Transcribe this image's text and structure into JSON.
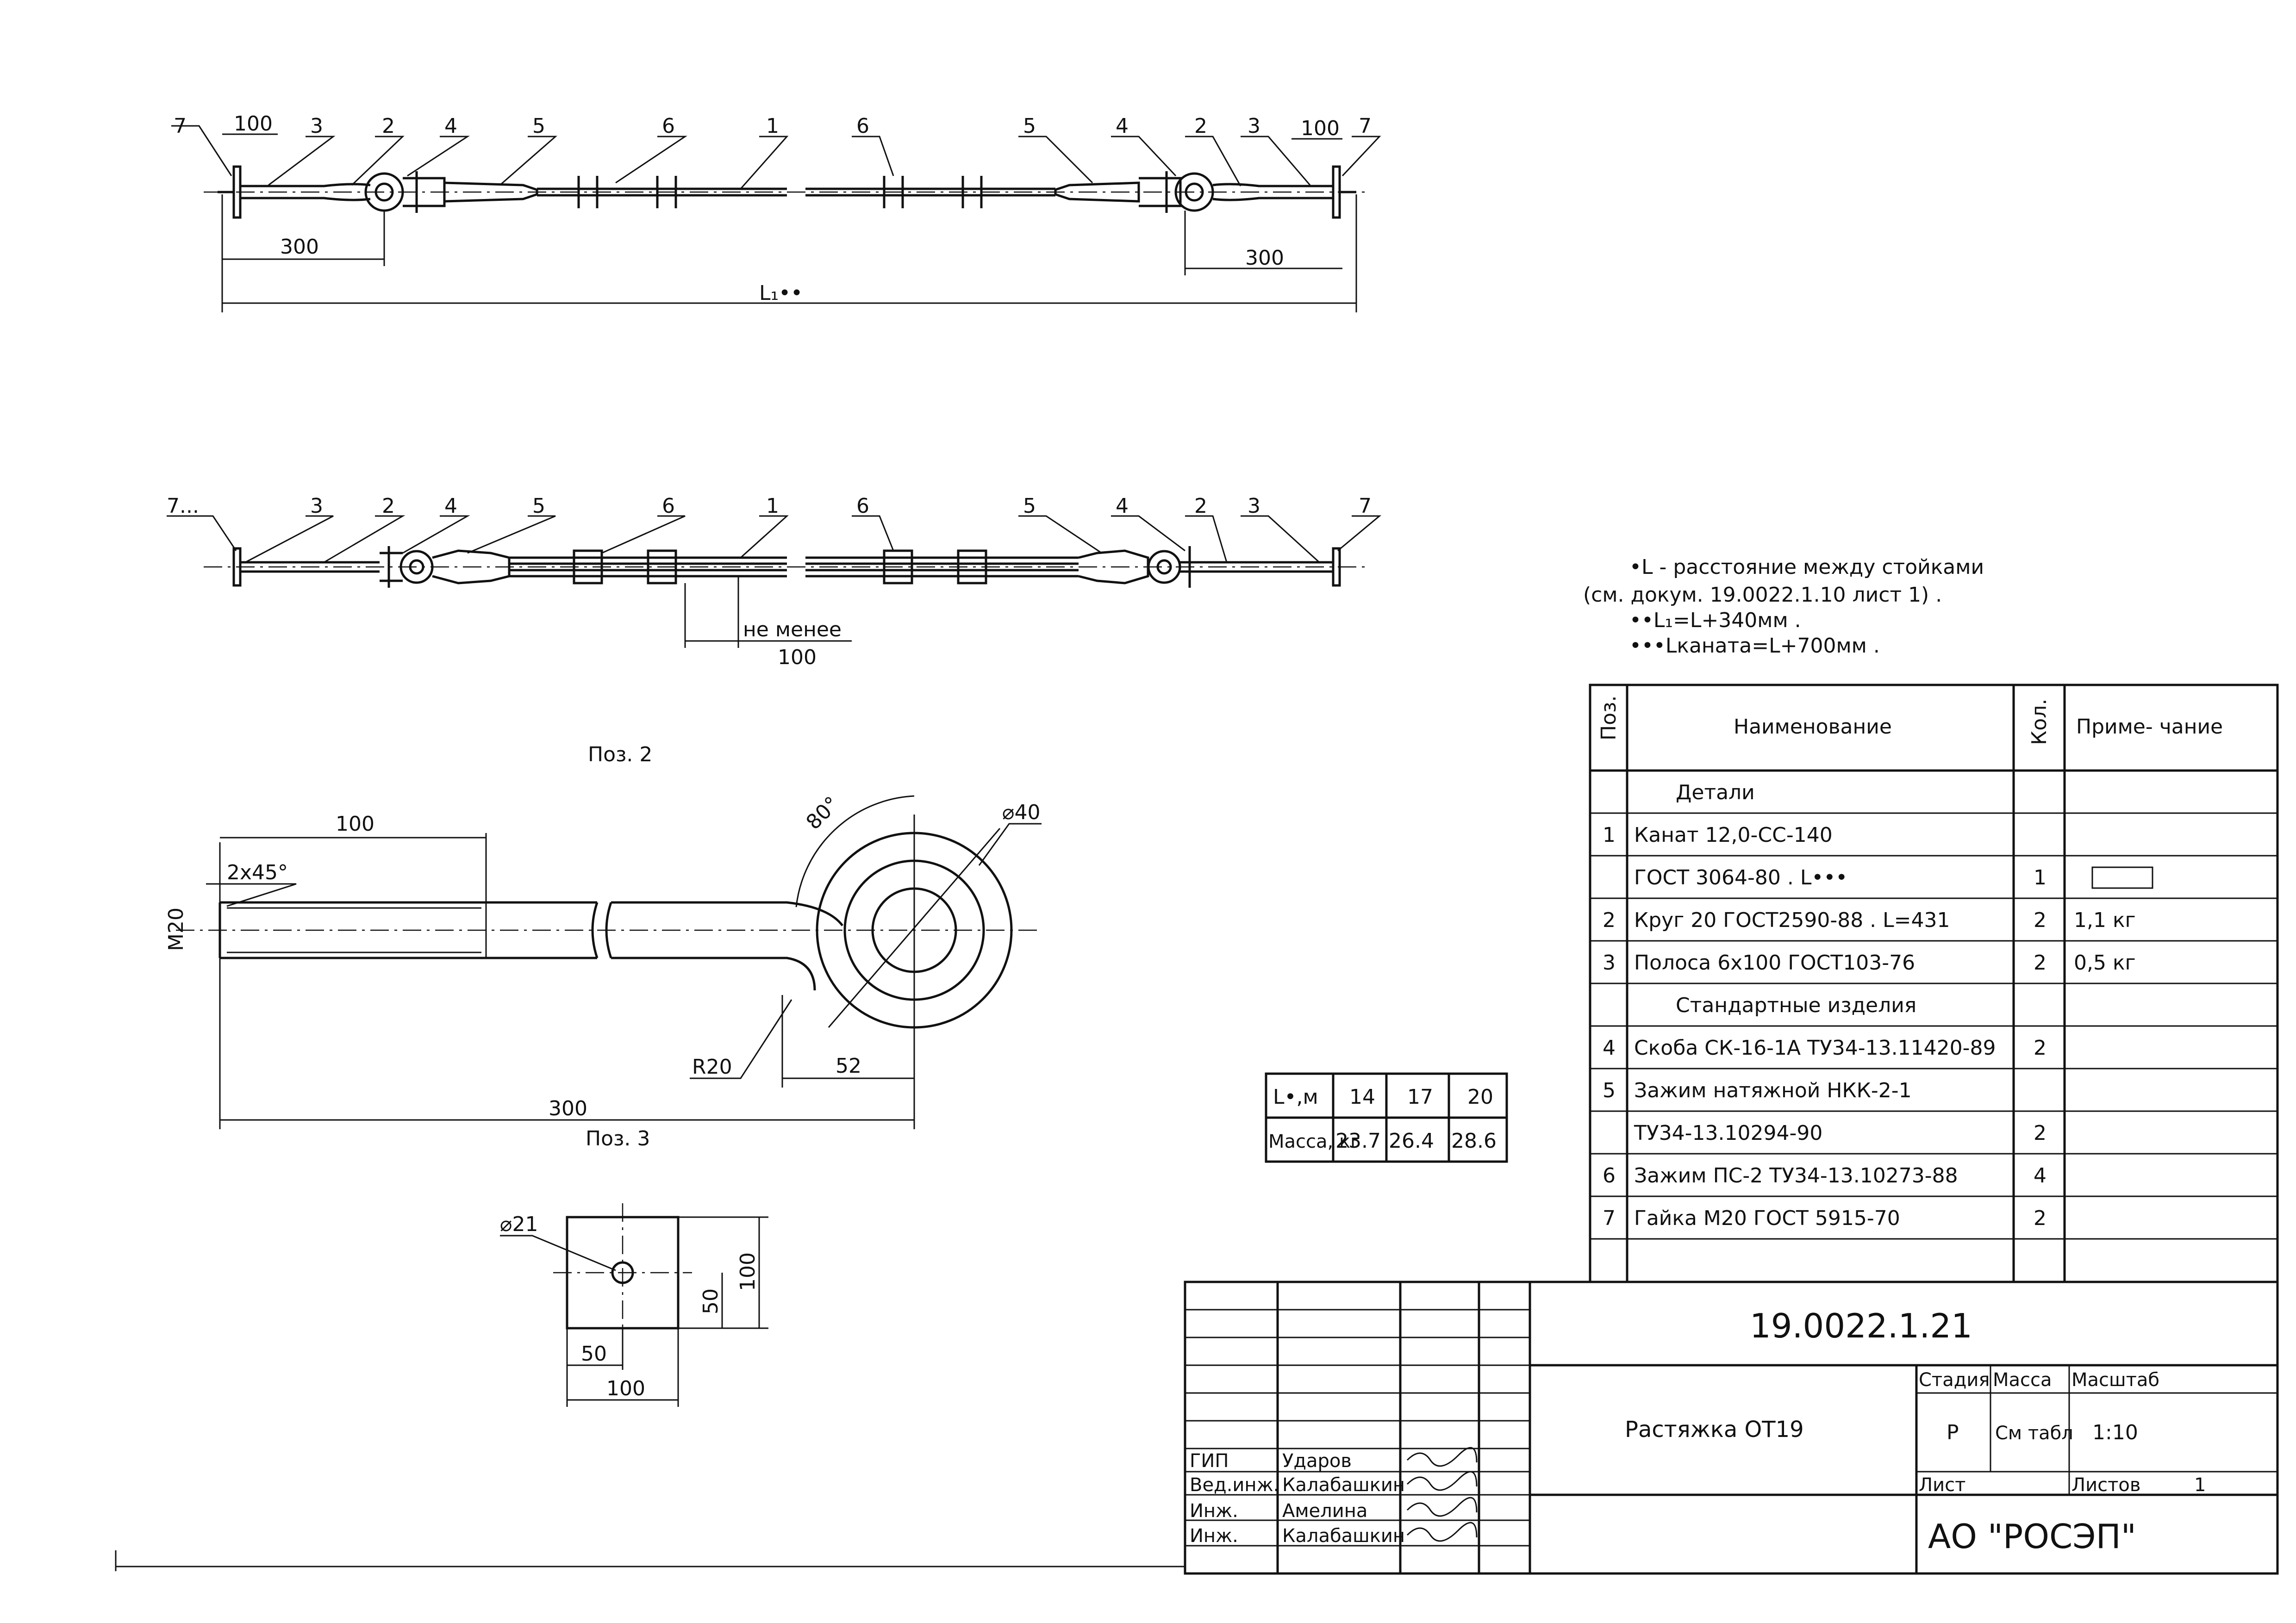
{
  "top_view": {
    "callouts_left": [
      "7",
      "3",
      "2",
      "4",
      "5",
      "6",
      "1"
    ],
    "callouts_right": [
      "6",
      "5",
      "4",
      "2",
      "3",
      "7"
    ],
    "dim_100_left": "100",
    "dim_100_right": "100",
    "dim_300_left": "300",
    "dim_300_right": "300",
    "dim_total": "L₁••"
  },
  "side_view": {
    "callouts_left": [
      "7...",
      "3",
      "2",
      "4",
      "5",
      "6",
      "1"
    ],
    "callouts_right": [
      "6",
      "5",
      "4",
      "2",
      "3",
      "7"
    ],
    "dim_min_label": "не менее",
    "dim_min_value": "100"
  },
  "notes": {
    "line1": "•L - расстояние между стойками",
    "line2": "(см. докум. 19.0022.1.10 лист 1) .",
    "line3": "••L₁=L+340мм .",
    "line4": "•••Lканата=L+700мм ."
  },
  "pos2": {
    "title": "Поз. 2",
    "dim_100": "100",
    "chamfer": "2x45°",
    "thread": "M20",
    "angle": "80°",
    "dia": "⌀40",
    "radius": "R20",
    "dim_52": "52",
    "dim_300": "300"
  },
  "pos3": {
    "title": "Поз. 3",
    "hole": "⌀21",
    "dim_50v": "50",
    "dim_100v": "100",
    "dim_50h": "50",
    "dim_100h": "100"
  },
  "mass_table": {
    "header": "L•,м",
    "lengths": [
      "14",
      "17",
      "20"
    ],
    "row_label": "Масса, кг",
    "masses": [
      "23.7",
      "26.4",
      "28.6"
    ]
  },
  "spec": {
    "col_pos": "Поз.",
    "col_name": "Наименование",
    "col_qty": "Кол.",
    "col_note": "Приме- чание",
    "rows": [
      {
        "pos": "",
        "name": "Детали",
        "qty": "",
        "note": ""
      },
      {
        "pos": "1",
        "name": "Канат 12,0-СС-140",
        "qty": "",
        "note": ""
      },
      {
        "pos": "",
        "name": "ГОСТ 3064-80 . L•••",
        "qty": "1",
        "note": ""
      },
      {
        "pos": "2",
        "name": "Круг 20 ГОСТ2590-88 . L=431",
        "qty": "2",
        "note": "1,1 кг"
      },
      {
        "pos": "3",
        "name": "Полоса 6х100 ГОСТ103-76",
        "qty": "2",
        "note": "0,5 кг"
      },
      {
        "pos": "",
        "name": "Стандартные изделия",
        "qty": "",
        "note": ""
      },
      {
        "pos": "4",
        "name": "Скоба СК-16-1А ТУ34-13.11420-89",
        "qty": "2",
        "note": ""
      },
      {
        "pos": "5",
        "name": "Зажим натяжной НКК-2-1",
        "qty": "",
        "note": ""
      },
      {
        "pos": "",
        "name": "ТУ34-13.10294-90",
        "qty": "2",
        "note": ""
      },
      {
        "pos": "6",
        "name": "Зажим ПС-2 ТУ34-13.10273-88",
        "qty": "4",
        "note": ""
      },
      {
        "pos": "7",
        "name": "Гайка М20 ГОСТ 5915-70",
        "qty": "2",
        "note": ""
      },
      {
        "pos": "",
        "name": "",
        "qty": "",
        "note": ""
      }
    ]
  },
  "title_block": {
    "doc_number": "19.0022.1.21",
    "title": "Растяжка ОТ19",
    "stage_label": "Стадия",
    "mass_label": "Масса",
    "scale_label": "Масштаб",
    "stage": "Р",
    "mass": "См табл",
    "scale": "1:10",
    "sheet_label": "Лист",
    "sheets_label": "Листов",
    "sheets": "1",
    "company": "АО \"РОСЭП\"",
    "roles": [
      "ГИП",
      "Вед.инж.",
      "Инж.",
      "Инж."
    ],
    "names": [
      "Ударов",
      "Калабашкин",
      "Амелина",
      "Калабашкин"
    ]
  }
}
